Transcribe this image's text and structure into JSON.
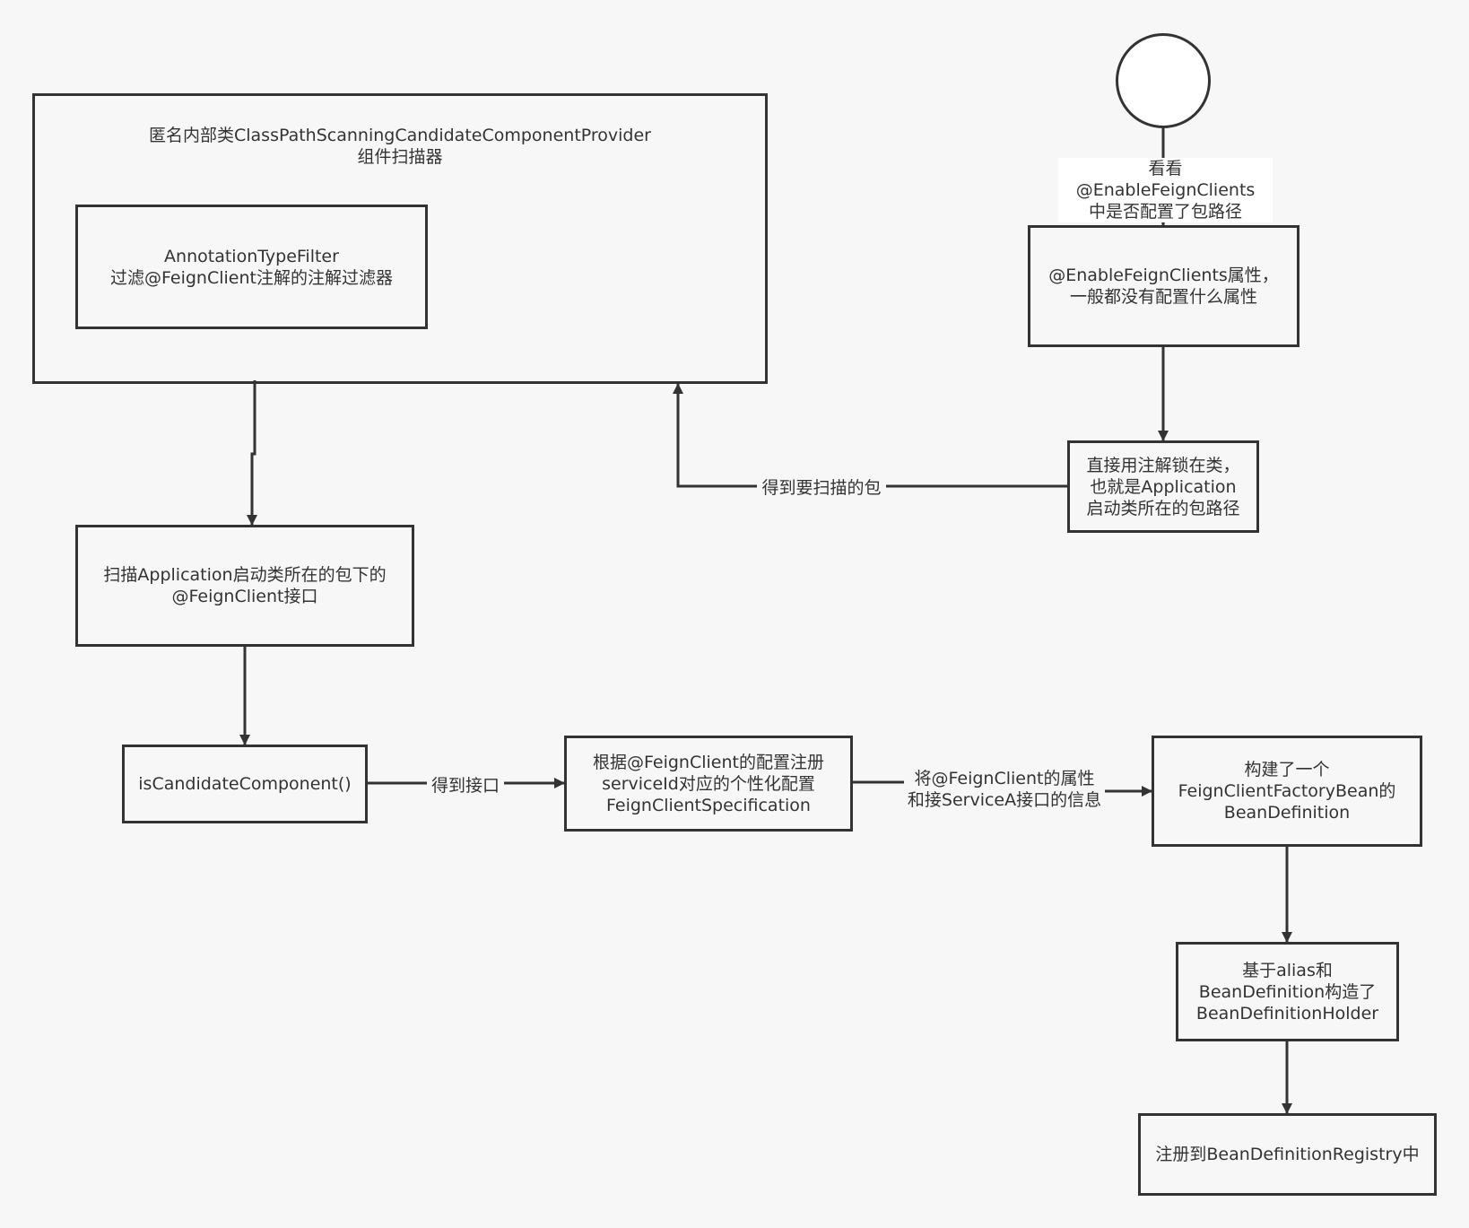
{
  "container": {
    "title": "匿名内部类ClassPathScanningCandidateComponentProvider\n组件扫描器"
  },
  "nodes": {
    "annotation_filter": "AnnotationTypeFilter\n过滤@FeignClient注解的注解过滤器",
    "scan_interfaces": "扫描Application启动类所在的包下的\n@FeignClient接口",
    "is_candidate": "isCandidateComponent()",
    "register_config": "根据@FeignClient的配置注册\nserviceId对应的个性化配置\nFeignClientSpecification",
    "build_factory_bean": "构建了一个\nFeignClientFactoryBean的\nBeanDefinition",
    "build_holder": "基于alias和\nBeanDefinition构造了\nBeanDefinitionHolder",
    "register_registry": "注册到BeanDefinitionRegistry中",
    "enable_attrs": "@EnableFeignClients属性，\n一般都没有配置什么属性",
    "annotation_class": "直接用注解锁在类，\n也就是Application\n启动类所在的包路径"
  },
  "edge_labels": {
    "check_package": "看看@EnableFeignClients\n中是否配置了包路径",
    "get_package": "得到要扫描的包",
    "get_interface": "得到接口",
    "feign_attrs": "将@FeignClient的属性\n和接ServiceA接口的信息"
  },
  "colors": {
    "background": "#f7f7f7",
    "stroke": "#333333",
    "circle_fill": "#ffffff"
  }
}
